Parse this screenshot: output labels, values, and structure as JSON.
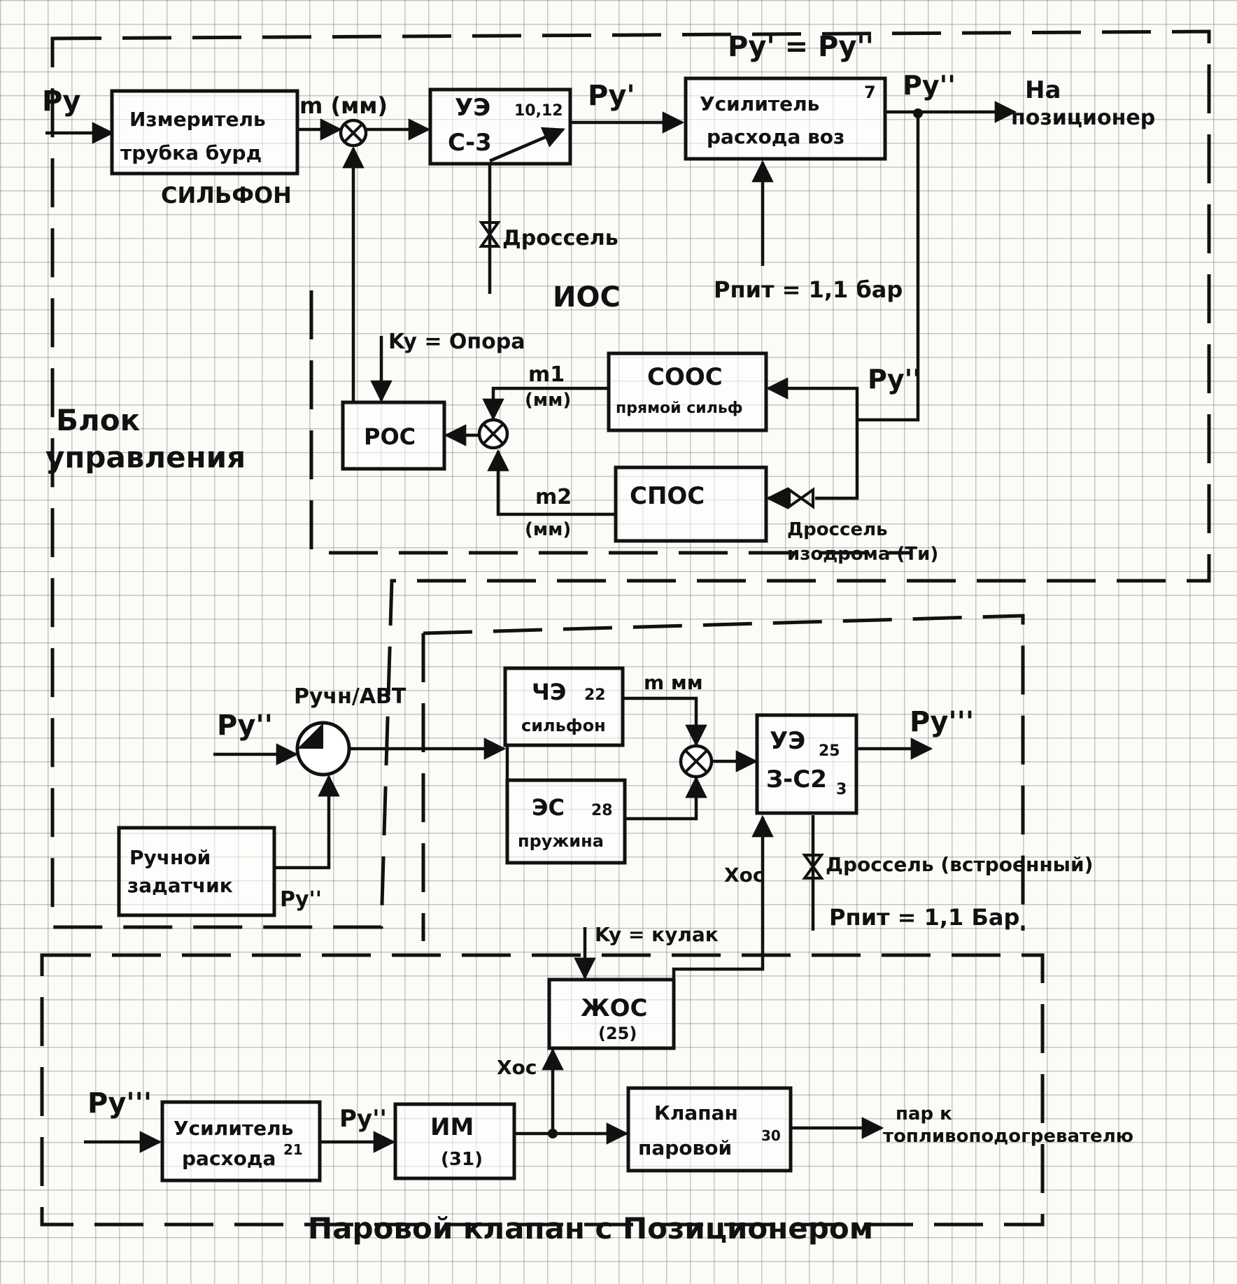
{
  "signals": {
    "py": "Pу",
    "py1": "Pу'",
    "py2": "Pу''",
    "py3": "Pу'''",
    "py2_top": "Pу''",
    "py2_return": "Pу''",
    "py2_in": "Pу''",
    "py2_manual": "Pу''",
    "py3_out": "Pу'''",
    "py2_after_amp": "Pу''",
    "py_equal": "Pу' = Pу''",
    "m_mm": "m (мм)",
    "m1": "m1",
    "m1_unit": "(мм)",
    "m2": "m2",
    "m2_unit": "(мм)",
    "m_mm2": "m мм",
    "ky_opora": "Ky = Опора",
    "ky_kulak": "Ky = кулак",
    "xos_1": "Xос",
    "xos_2": "Xос",
    "ruch_avt": "Pучн/АВТ",
    "pmit_1": "Pпит = 1,1 бар",
    "pmit_2": "Pпит = 1,1 Бар"
  },
  "blocks": {
    "izmeritel": {
      "line1": "Измеритель",
      "line2": "трубка бурд"
    },
    "silfon_under": "СИЛЬФОН",
    "ue_top": {
      "line1": "УЭ",
      "tag": "10,12",
      "line2": "С-3"
    },
    "usilitel_top": {
      "line1": "Усилитель",
      "tag": "7",
      "line2": "расхода воз"
    },
    "na_pozicioner": {
      "line1": "На",
      "line2": "позиционер"
    },
    "drossel_top": "Дроссель",
    "ios": "ИОС",
    "roc": "РОС",
    "soos": {
      "line1": "СООС",
      "line2": "прямой сильф"
    },
    "spos": "СПОС",
    "drossel_izodroma": {
      "line1": "Дроссель",
      "line2": "изодрома (Ти)"
    },
    "blok_upravleniya": {
      "line1": "Блок",
      "line2": "управления"
    },
    "che": {
      "line1": "ЧЭ",
      "tag": "22",
      "line2": "сильфон"
    },
    "es": {
      "line1": "ЭС",
      "tag": "28",
      "line2": "пружина"
    },
    "ue_bottom": {
      "line1": "УЭ",
      "tag": "25",
      "line2": "З-С2",
      "tag2": "3"
    },
    "drossel_vstroenny": "Дроссель (встроенный)",
    "ruchnoy": {
      "line1": "Ручной",
      "line2": "задатчик"
    },
    "zhos": {
      "line1": "ЖОС",
      "tag": "(25)"
    },
    "usilitel_bottom": {
      "line1": "Усилитель",
      "line2": "расхода",
      "tag": "21"
    },
    "im": {
      "line1": "ИМ",
      "tag": "(31)"
    },
    "klapan": {
      "line1": "Клапан",
      "line2": "паровой",
      "tag": "30"
    },
    "par_k": {
      "line1": "пар к",
      "line2": "топливоподогревателю"
    },
    "bottom_title": "Паровой клапан с Позиционером"
  }
}
